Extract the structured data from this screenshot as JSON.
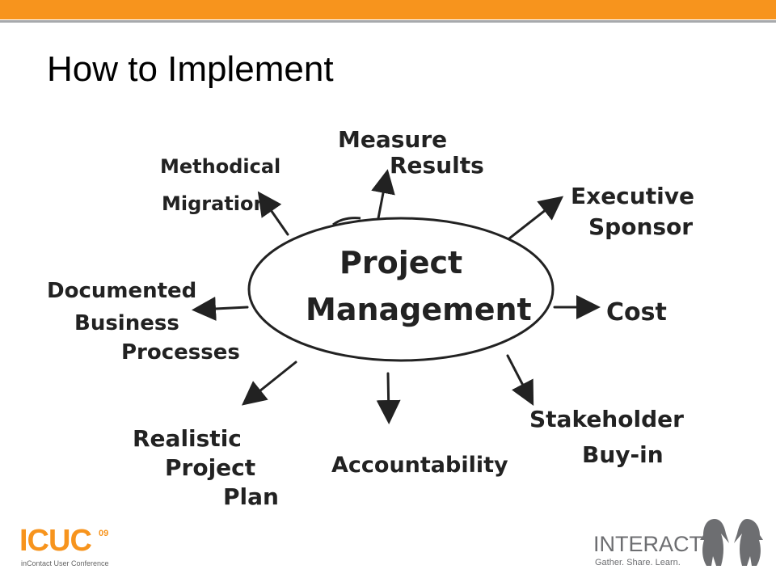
{
  "slide": {
    "title": "How to Implement"
  },
  "diagram": {
    "center": [
      "Project",
      "Management"
    ],
    "nodes": {
      "measure": [
        "Measure",
        "Results"
      ],
      "executive": [
        "Executive",
        "Sponsor"
      ],
      "cost": [
        "Cost"
      ],
      "stakeholder": [
        "Stakeholder",
        "Buy-in"
      ],
      "accountability": [
        "Accountability"
      ],
      "realistic": [
        "Realistic",
        "Project",
        "Plan"
      ],
      "documented": [
        "Documented",
        "Business",
        "Processes"
      ],
      "methodical": [
        "Methodical",
        "Migration"
      ]
    }
  },
  "logos": {
    "icuc_main": "ICUC",
    "icuc_year": "09",
    "icuc_sub": "inContact User Conference",
    "interact_main": "INTERACT",
    "interact_tag": "Gather. Share. Learn."
  },
  "colors": {
    "accent": "#f7941d",
    "rule": "#a7a9ac",
    "logo_gray": "#6d6e71"
  }
}
